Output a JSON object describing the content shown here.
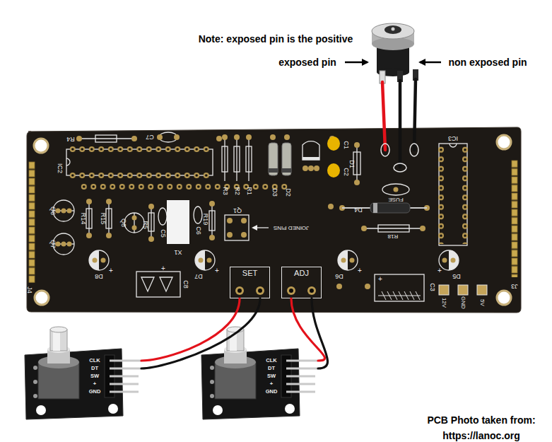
{
  "diagram": {
    "nodes": [
      {
        "text": [
          "SET"
        ]
      },
      {
        "text": [
          "ADJ"
        ]
      },
      {
        "text": [
          "CLK",
          "DT",
          "SW",
          "+",
          "GND"
        ]
      },
      {
        "text": [
          "CLK",
          "DT",
          "SW",
          "+",
          "GND"
        ]
      }
    ],
    "edges": [
      {
        "from": 2,
        "to": 0,
        "arrow": "none"
      },
      {
        "from": 2,
        "to": 0,
        "arrow": "none"
      },
      {
        "from": 3,
        "to": 1,
        "arrow": "none"
      },
      {
        "from": 3,
        "to": 1,
        "arrow": "none"
      }
    ],
    "labels": [
      "Note: exposed pin is the positive",
      "exposed pin",
      "non exposed pin",
      "R4",
      "C7",
      "IC2",
      "R3",
      "R2",
      "R1",
      "D3",
      "D2",
      "C1",
      "C2",
      "D1",
      "IC3",
      "FUSE",
      "D4",
      "R18",
      "Q1",
      "JOINED PINS",
      "Q6",
      "R14",
      "R15",
      "Q8",
      "R5",
      "C5",
      "C6",
      "R19",
      "Q7",
      "X1",
      "D8",
      "+",
      "D7",
      "+",
      "+",
      "C8",
      "D6",
      "+",
      "C3",
      "+",
      "D5",
      "+",
      "12V",
      "GND",
      "5V",
      "J3",
      "J4",
      "PCB Photo taken from:",
      "https://lanoc.org"
    ]
  }
}
